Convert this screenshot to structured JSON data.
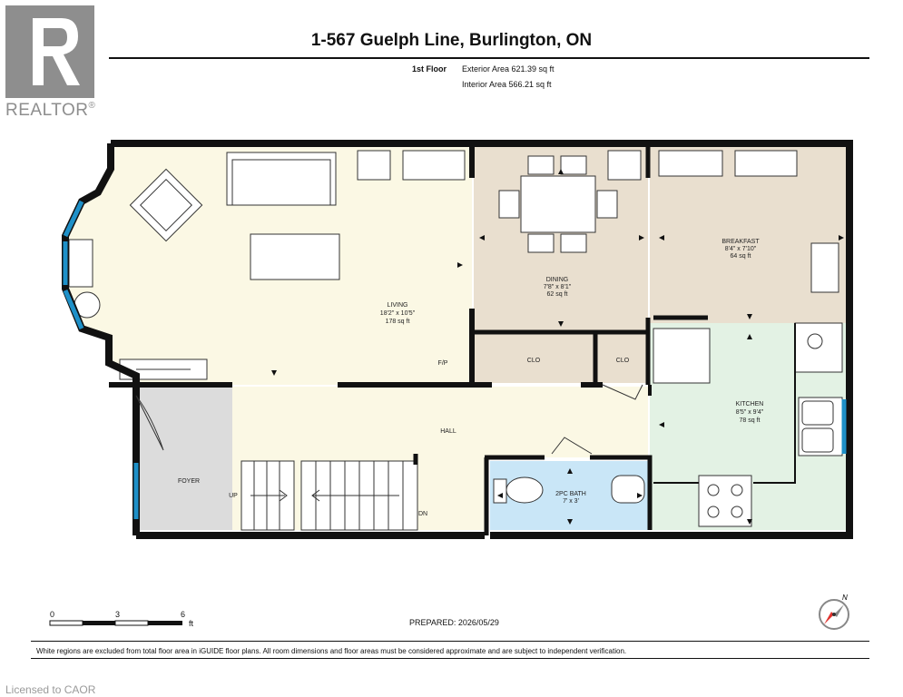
{
  "header": {
    "logo_text": "REALTOR",
    "registered": "®",
    "address": "1-567 Guelph Line, Burlington, ON",
    "floor": "1st Floor",
    "exterior_area": "Exterior Area 621.39 sq ft",
    "interior_area": "Interior Area 566.21 sq ft"
  },
  "rooms": {
    "living": {
      "name": "LIVING",
      "dims": "18'2\" x 10'5\"",
      "area": "178 sq ft"
    },
    "dining": {
      "name": "DINING",
      "dims": "7'8\" x 8'1\"",
      "area": "62 sq ft"
    },
    "breakfast": {
      "name": "BREAKFAST",
      "dims": "8'4\" x 7'10\"",
      "area": "64 sq ft"
    },
    "kitchen": {
      "name": "KITCHEN",
      "dims": "8'5\" x 9'4\"",
      "area": "78 sq ft"
    },
    "bath": {
      "name": "2PC BATH",
      "dims": "7' x 3'"
    },
    "closet_1": {
      "name": "CLO"
    },
    "closet_2": {
      "name": "CLO"
    },
    "hall": {
      "name": "HALL"
    },
    "foyer": {
      "name": "FOYER"
    },
    "stairs_up": "UP",
    "stairs_down": "DN",
    "fireplace": "F/P"
  },
  "scale": {
    "t0": "0",
    "t3": "3",
    "t6": "6",
    "unit": "ft"
  },
  "compass": {
    "north": "N"
  },
  "prepared": "PREPARED: 2026/05/29",
  "disclaimer": "White regions are excluded from total floor area in iGUIDE floor plans. All room dimensions and floor areas must be considered approximate and are subject to independent verification.",
  "licensed": "Licensed to CAOR",
  "colors": {
    "living": "#fbf8e4",
    "dining": "#e9dfcf",
    "kitchen": "#e3f2e4",
    "bath": "#c9e6f7",
    "foyer": "#dcdcdc",
    "window": "#1e90c8",
    "wall": "#111111"
  }
}
